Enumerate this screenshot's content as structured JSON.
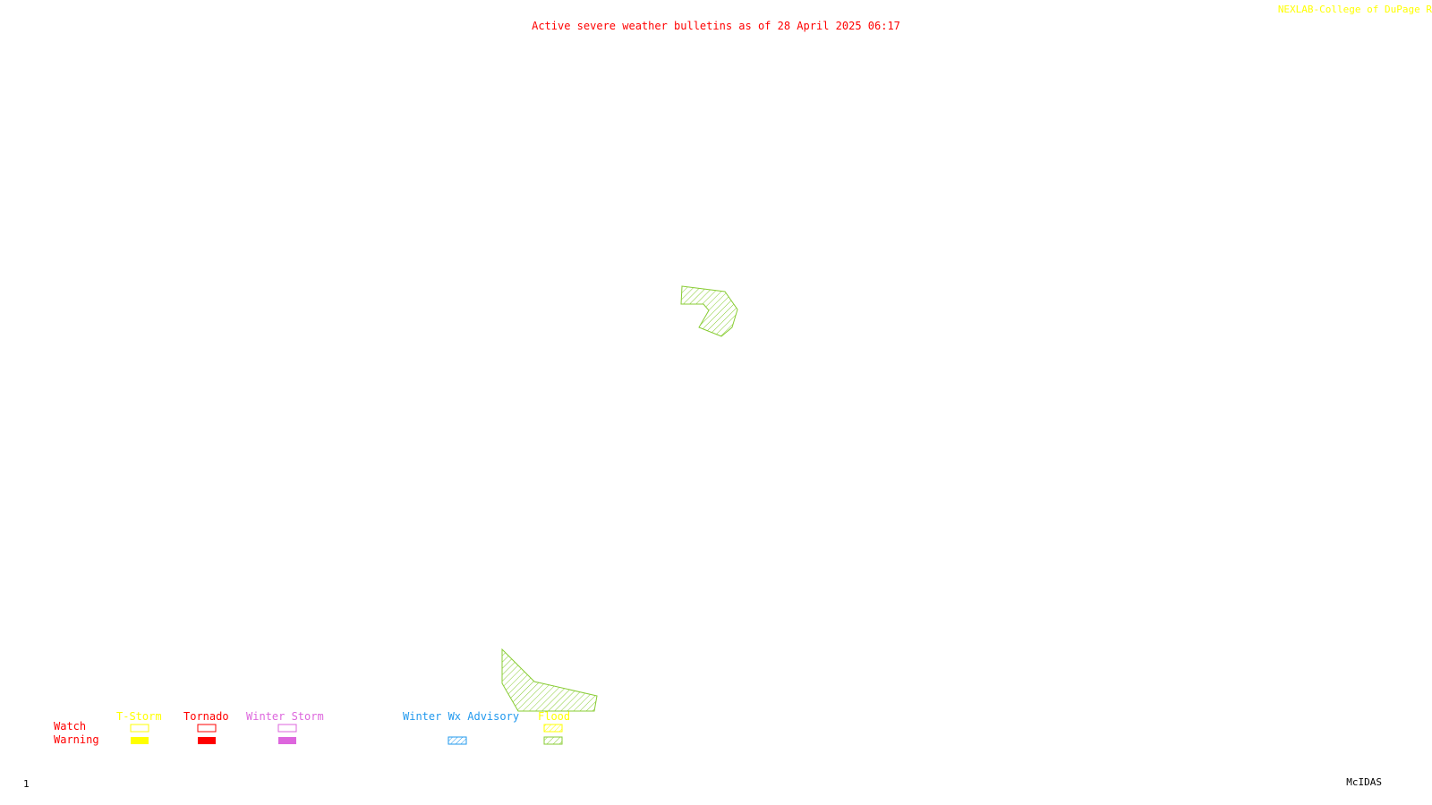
{
  "header": {
    "title": "Active severe weather bulletins as of 28 April 2025 06:17",
    "credit": "NEXLAB-College of DuPage R"
  },
  "colors": {
    "title": "#ff0000",
    "credit": "#ffff00",
    "tstorm": "#ffff00",
    "tornado": "#ff0000",
    "winter_storm": "#dd66dd",
    "winter_advisory": "#2299ee",
    "flood": "#88cc33",
    "row_labels": "#ff0000",
    "footer": "#000000"
  },
  "map": {
    "areas": [
      {
        "type": "Flood Warning",
        "color": "#88cc33",
        "fill": "hatched"
      },
      {
        "type": "Flood Warning",
        "color": "#88cc33",
        "fill": "hatched"
      }
    ]
  },
  "legend": {
    "rows": [
      "Watch",
      "Warning"
    ],
    "categories": [
      {
        "label": "T-Storm",
        "color": "#ffff00",
        "watch": "outline",
        "warning": "solid"
      },
      {
        "label": "Tornado",
        "color": "#ff0000",
        "watch": "outline",
        "warning": "solid"
      },
      {
        "label": "Winter Storm",
        "color": "#dd66dd",
        "watch": "outline",
        "warning": "solid"
      },
      {
        "label": "Winter Wx Advisory",
        "color": "#2299ee",
        "watch": "none",
        "warning": "hatched"
      },
      {
        "label": "Flood",
        "color": "#88cc33",
        "watch": "hatched",
        "warning": "hatched"
      }
    ]
  },
  "footer": {
    "frame": "1",
    "software": "McIDAS"
  }
}
